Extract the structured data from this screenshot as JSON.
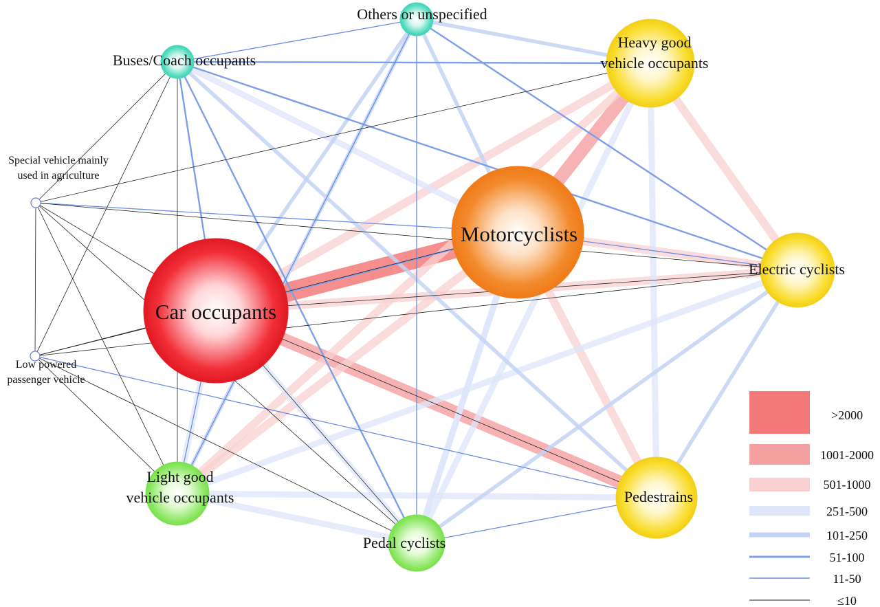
{
  "nodes": [
    {
      "id": "others",
      "label_lines": [
        "Others or unspecified"
      ],
      "color": "teal"
    },
    {
      "id": "buses",
      "label_lines": [
        "Buses/Coach occupants"
      ],
      "color": "teal"
    },
    {
      "id": "hgv",
      "label_lines": [
        "Heavy good",
        "vehicle occupants"
      ],
      "color": "yellow"
    },
    {
      "id": "special",
      "label_lines": [
        "Special vehicle mainly",
        "used in agriculture"
      ],
      "color": "small"
    },
    {
      "id": "motor",
      "label_lines": [
        "Motorcyclists"
      ],
      "color": "orange"
    },
    {
      "id": "electric",
      "label_lines": [
        "Electric cyclists"
      ],
      "color": "yellow"
    },
    {
      "id": "car",
      "label_lines": [
        "Car occupants"
      ],
      "color": "red"
    },
    {
      "id": "lowpow",
      "label_lines": [
        "Low powered",
        "passenger vehicle"
      ],
      "color": "small"
    },
    {
      "id": "lgv",
      "label_lines": [
        "Light good",
        "vehicle occupants"
      ],
      "color": "green"
    },
    {
      "id": "pedal",
      "label_lines": [
        "Pedal cyclists"
      ],
      "color": "green"
    },
    {
      "id": "ped",
      "label_lines": [
        "Pedestrains"
      ],
      "color": "yellow"
    }
  ],
  "edges": [
    {
      "a": "car",
      "b": "motor",
      "cat": "gt2000"
    },
    {
      "a": "motor",
      "b": "hgv",
      "cat": "c1001"
    },
    {
      "a": "car",
      "b": "ped",
      "cat": "c1001"
    },
    {
      "a": "car",
      "b": "hgv",
      "cat": "c501"
    },
    {
      "a": "car",
      "b": "electric",
      "cat": "c501"
    },
    {
      "a": "motor",
      "b": "electric",
      "cat": "c501"
    },
    {
      "a": "hgv",
      "b": "electric",
      "cat": "c501"
    },
    {
      "a": "lgv",
      "b": "hgv",
      "cat": "c501"
    },
    {
      "a": "lgv",
      "b": "motor",
      "cat": "c501"
    },
    {
      "a": "motor",
      "b": "ped",
      "cat": "c501"
    },
    {
      "a": "hgv",
      "b": "ped",
      "cat": "c251"
    },
    {
      "a": "lgv",
      "b": "ped",
      "cat": "c251"
    },
    {
      "a": "car",
      "b": "pedal",
      "cat": "c251"
    },
    {
      "a": "pedal",
      "b": "hgv",
      "cat": "c251"
    },
    {
      "a": "pedal",
      "b": "motor",
      "cat": "c251"
    },
    {
      "a": "lgv",
      "b": "pedal",
      "cat": "c251"
    },
    {
      "a": "buses",
      "b": "motor",
      "cat": "c251"
    },
    {
      "a": "lgv",
      "b": "electric",
      "cat": "c251"
    },
    {
      "a": "lgv",
      "b": "car",
      "cat": "c251"
    },
    {
      "a": "motor",
      "b": "pedal",
      "cat": "c251"
    },
    {
      "a": "buses",
      "b": "ped",
      "cat": "c101"
    },
    {
      "a": "others",
      "b": "hgv",
      "cat": "c101"
    },
    {
      "a": "others",
      "b": "car",
      "cat": "c101"
    },
    {
      "a": "others",
      "b": "motor",
      "cat": "c101"
    },
    {
      "a": "others",
      "b": "lgv",
      "cat": "c101"
    },
    {
      "a": "pedal",
      "b": "electric",
      "cat": "c101"
    },
    {
      "a": "ped",
      "b": "electric",
      "cat": "c101"
    },
    {
      "a": "buses",
      "b": "pedal",
      "cat": "c51"
    },
    {
      "a": "buses",
      "b": "car",
      "cat": "c51"
    },
    {
      "a": "buses",
      "b": "electric",
      "cat": "c51"
    },
    {
      "a": "buses",
      "b": "hgv",
      "cat": "c51"
    },
    {
      "a": "others",
      "b": "electric",
      "cat": "c51"
    },
    {
      "a": "car",
      "b": "motor",
      "cat": "c51"
    },
    {
      "a": "buses",
      "b": "others",
      "cat": "c11"
    },
    {
      "a": "others",
      "b": "pedal",
      "cat": "c11"
    },
    {
      "a": "special",
      "b": "motor",
      "cat": "c11"
    },
    {
      "a": "lowpow",
      "b": "ped",
      "cat": "c11"
    },
    {
      "a": "lgv",
      "b": "car",
      "cat": "c11"
    },
    {
      "a": "pedal",
      "b": "ped",
      "cat": "c11"
    },
    {
      "a": "motor",
      "b": "electric",
      "cat": "c11"
    },
    {
      "a": "lgv",
      "b": "others",
      "cat": "c11"
    },
    {
      "a": "special",
      "b": "buses",
      "cat": "le10"
    },
    {
      "a": "special",
      "b": "hgv",
      "cat": "le10"
    },
    {
      "a": "special",
      "b": "car",
      "cat": "le10"
    },
    {
      "a": "special",
      "b": "electric",
      "cat": "le10"
    },
    {
      "a": "special",
      "b": "lgv",
      "cat": "le10"
    },
    {
      "a": "special",
      "b": "pedal",
      "cat": "le10"
    },
    {
      "a": "special",
      "b": "lowpow",
      "cat": "le10"
    },
    {
      "a": "lowpow",
      "b": "car",
      "cat": "le10"
    },
    {
      "a": "lowpow",
      "b": "motor",
      "cat": "le10"
    },
    {
      "a": "lowpow",
      "b": "lgv",
      "cat": "le10"
    },
    {
      "a": "lowpow",
      "b": "pedal",
      "cat": "le10"
    },
    {
      "a": "lowpow",
      "b": "buses",
      "cat": "le10"
    },
    {
      "a": "buses",
      "b": "lgv",
      "cat": "le10"
    },
    {
      "a": "car",
      "b": "electric",
      "cat": "le10"
    },
    {
      "a": "car",
      "b": "ped",
      "cat": "le10"
    },
    {
      "a": "lowpow",
      "b": "electric",
      "cat": "le10"
    },
    {
      "a": "car",
      "b": "pedal",
      "cat": "le10"
    }
  ],
  "legend": [
    {
      "cat": "gt2000",
      "label": ">2000",
      "color": "#f47a7a"
    },
    {
      "cat": "c1001",
      "label": "1001-2000",
      "color": "#f5a0a0"
    },
    {
      "cat": "c501",
      "label": "501-1000",
      "color": "#fad0d0"
    },
    {
      "cat": "c251",
      "label": "251-500",
      "color": "#dde6fa"
    },
    {
      "cat": "c101",
      "label": "101-250",
      "color": "#c3d3f5"
    },
    {
      "cat": "c51",
      "label": "51-100",
      "color": "#7d9ee8"
    },
    {
      "cat": "c11",
      "label": "11-50",
      "color": "#6a8de0"
    },
    {
      "cat": "le10",
      "label": "≤10",
      "color": "#222222"
    }
  ]
}
